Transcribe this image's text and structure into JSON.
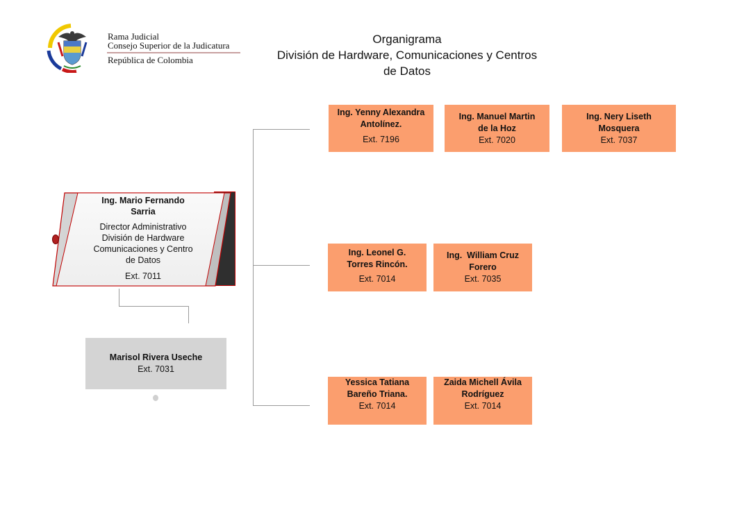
{
  "header": {
    "logo_lines": [
      "Rama Judicial",
      "Consejo Superior de la Judicatura",
      "República de Colombia"
    ],
    "title_lines": [
      "Organigrama",
      "División de Hardware, Comunicaciones y Centros",
      "de Datos"
    ]
  },
  "director": {
    "name_lines": [
      "Ing. Mario Fernando",
      "Sarria"
    ],
    "role_lines": [
      "Director Administrativo",
      "División de Hardware",
      "Comunicaciones y Centro",
      "de Datos"
    ],
    "ext": "Ext. 7011"
  },
  "assistant": {
    "name": "Marisol Rivera Useche",
    "ext": "Ext. 7031"
  },
  "staff": [
    {
      "name_lines": [
        "Ing. Yenny Alexandra",
        "Antolínez."
      ],
      "ext": "Ext. 7196"
    },
    {
      "name_lines": [
        "Ing. Manuel Martin",
        "de la Hoz"
      ],
      "ext": "Ext. 7020"
    },
    {
      "name_lines": [
        "Ing. Nery Liseth",
        "Mosquera"
      ],
      "ext": "Ext. 7037"
    },
    {
      "name_lines": [
        "Ing. Leonel G.",
        "Torres Rincón."
      ],
      "ext": "Ext. 7014"
    },
    {
      "name_lines": [
        "Ing.  William Cruz",
        "Forero"
      ],
      "ext": "Ext. 7035"
    },
    {
      "name_lines": [
        "Yessica Tatiana",
        "Bareño Triana."
      ],
      "ext": "Ext. 7014"
    },
    {
      "name_lines": [
        "Zaida Michell Ávila",
        "Rodríguez"
      ],
      "ext": "Ext. 7014"
    }
  ],
  "colors": {
    "staff_box": "#fb9e6e",
    "assistant_box": "#d4d4d4",
    "director_border": "#c00000"
  }
}
